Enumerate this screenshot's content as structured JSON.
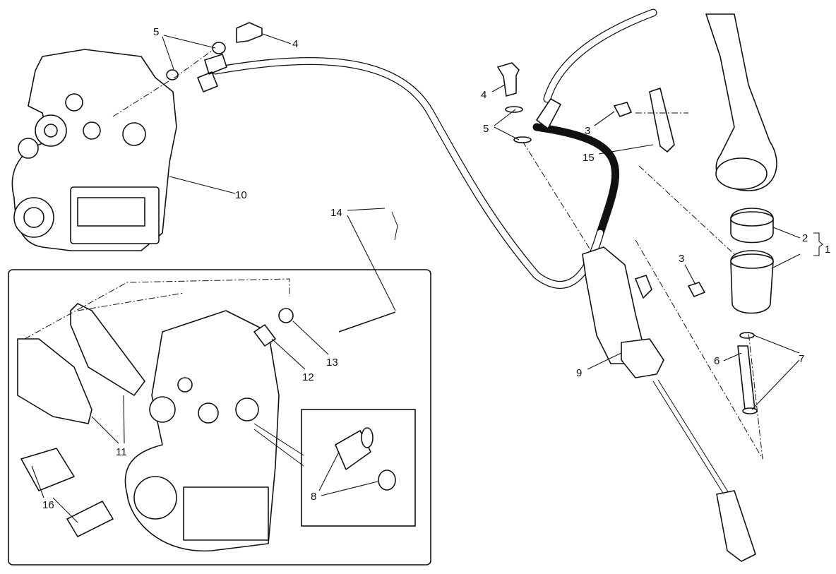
{
  "diagram": {
    "type": "exploded parts diagram",
    "colors": {
      "line": "#111111",
      "background": "#ffffff"
    },
    "labels": {
      "caliper_washer": "5",
      "caliper_bolt": "4",
      "caliper": "10",
      "master_bolt": "4",
      "master_washer": "5",
      "bracket_screw": "3",
      "bracket": "15",
      "reservoir_cap": "2",
      "reservoir_assembly": "1",
      "reservoir_screw": "3",
      "reservoir_hose": "6",
      "hose_clamps": "7",
      "master_cylinder": "9",
      "pad_pin_clip": "14",
      "bleed_cap": "13",
      "bleed_valve": "12",
      "brake_pads": "11",
      "pad_spring": "16",
      "piston_seal": "8"
    }
  }
}
